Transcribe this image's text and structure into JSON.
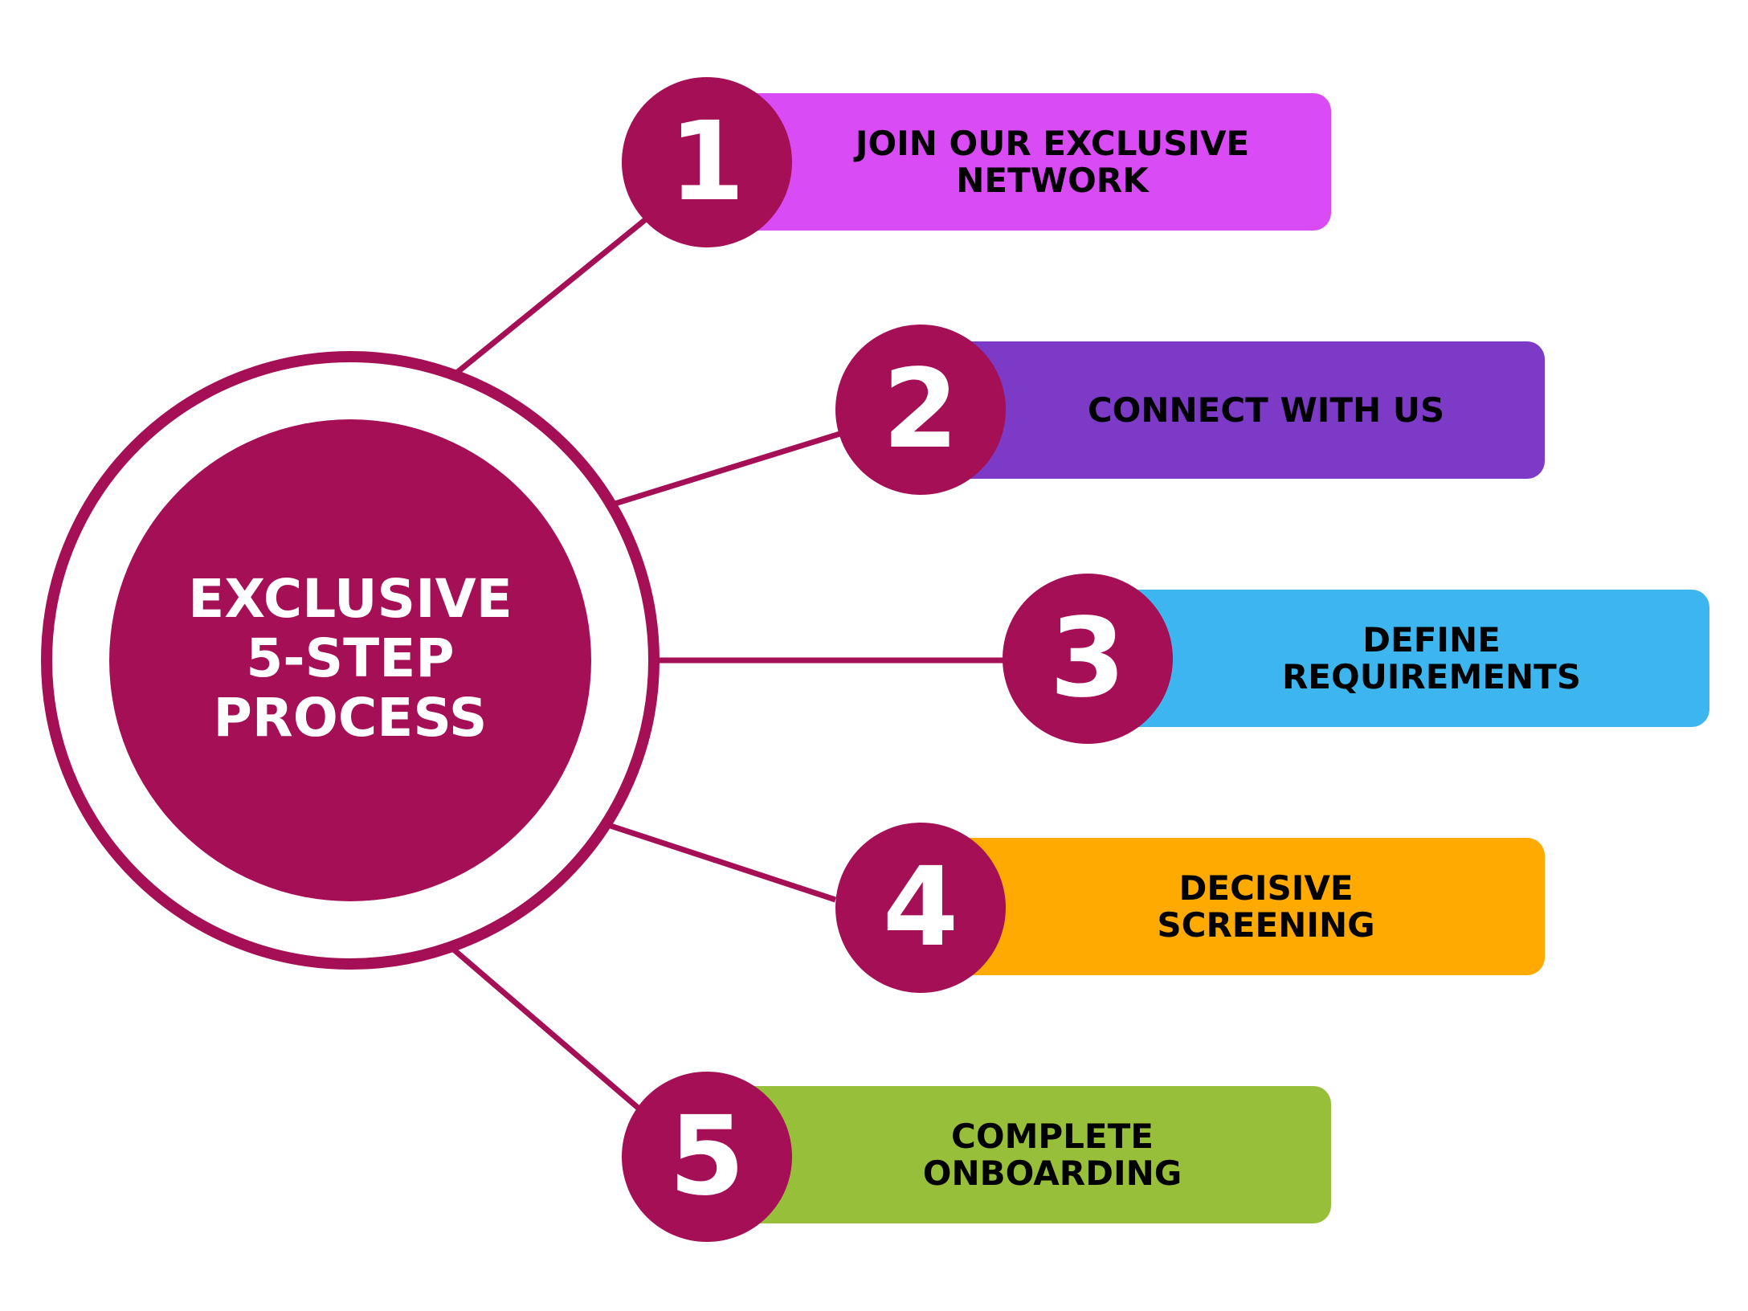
{
  "colors": {
    "primary": "#A50F55",
    "step_1": "#D94BF5",
    "step_2": "#7C3AC7",
    "step_3": "#3DB6F0",
    "step_4": "#FFAA00",
    "step_5": "#97BF3A",
    "label_text": "#000000",
    "number_text": "#FFFFFF"
  },
  "center": {
    "lines": [
      "EXCLUSIVE",
      "5-STEP",
      "PROCESS"
    ]
  },
  "steps": [
    {
      "number": "1",
      "lines": [
        "JOIN OUR EXCLUSIVE",
        "NETWORK"
      ]
    },
    {
      "number": "2",
      "lines": [
        "CONNECT WITH US"
      ]
    },
    {
      "number": "3",
      "lines": [
        "DEFINE",
        "REQUIREMENTS"
      ]
    },
    {
      "number": "4",
      "lines": [
        "DECISIVE",
        "SCREENING"
      ]
    },
    {
      "number": "5",
      "lines": [
        "COMPLETE",
        "ONBOARDING"
      ]
    }
  ]
}
